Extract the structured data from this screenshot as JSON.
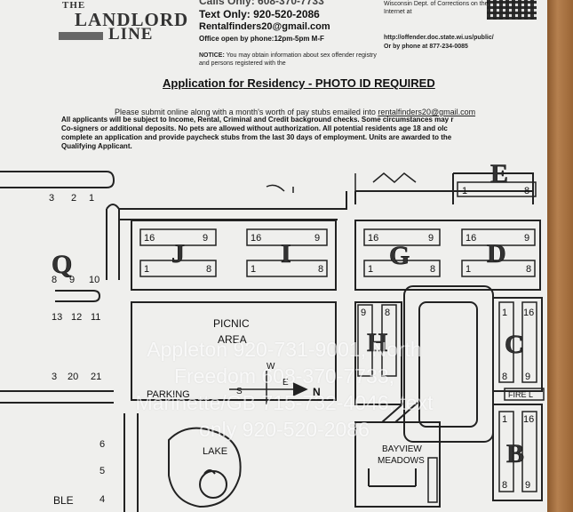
{
  "header": {
    "logo_the": "THE",
    "logo_landlord": "LANDLORD",
    "logo_line": "LINE",
    "calls_line": "Calls Only: 608-370-7733",
    "text_only": "Text Only: 920-520-2086",
    "email": "Rentalfinders20@gmail.com",
    "office_hours": "Office open by phone:12pm-5pm M-F",
    "notice_label": "NOTICE:",
    "notice_text": "You may obtain information about sex offender registry and persons registered with the",
    "wisconsin_text": "Wisconsin Dept. of Corrections on the Internet at",
    "offender_url": "http://offender.doc.state.wi.us/public/",
    "phone_alt": "Or by phone at 877-234-0085"
  },
  "application": {
    "title": "Application for Residency - PHOTO ID REQUIRED",
    "instruction": "Please submit online along with a month's worth of pay stubs emailed into",
    "instruction_email": "rentalfinders20@gmail.com",
    "fine_print": [
      "All applicants will be subject to Income, Rental, Criminal and Credit background checks.  Some circumstances may r",
      "Co-signers or additional deposits.  No pets are allowed without authorization.  All potential residents age 18 and olc",
      "complete an application and provide paycheck stubs from the last 30 days of employment. Units are awarded to the",
      "Qualifying Applicant."
    ]
  },
  "map": {
    "building_letters": [
      "J",
      "I",
      "G",
      "D",
      "E",
      "H",
      "C",
      "B",
      "Q"
    ],
    "unit_numbers": {
      "row_top_left": "16",
      "row_top_right": "9",
      "row_bottom_left": "1",
      "row_bottom_right": "8",
      "q_top": [
        "8",
        "9",
        "10"
      ],
      "q_bottom": [
        "13",
        "12",
        "11"
      ],
      "top_left": [
        "3",
        "2",
        "1"
      ],
      "left_col": [
        "6",
        "5",
        "4"
      ],
      "left_mid": [
        "3",
        "20",
        "21"
      ]
    },
    "picnic_label": "PICNIC",
    "area_label": "AREA",
    "parking_label": "PARKING",
    "lake_label": "LAKE",
    "meadows_label_1": "BAYVIEW",
    "meadows_label_2": "MEADOWS",
    "fire_label": "FIRE L",
    "ble_label": "BLE",
    "compass": {
      "w": "W",
      "e": "E",
      "s": "S",
      "n": "N"
    }
  },
  "overlay": {
    "lines": [
      "Appleton 920-731-9001, North",
      "Freedom 608-370-7733,",
      "Marinette/GB 715-732-4046, text",
      "only 920-520-2086"
    ]
  }
}
